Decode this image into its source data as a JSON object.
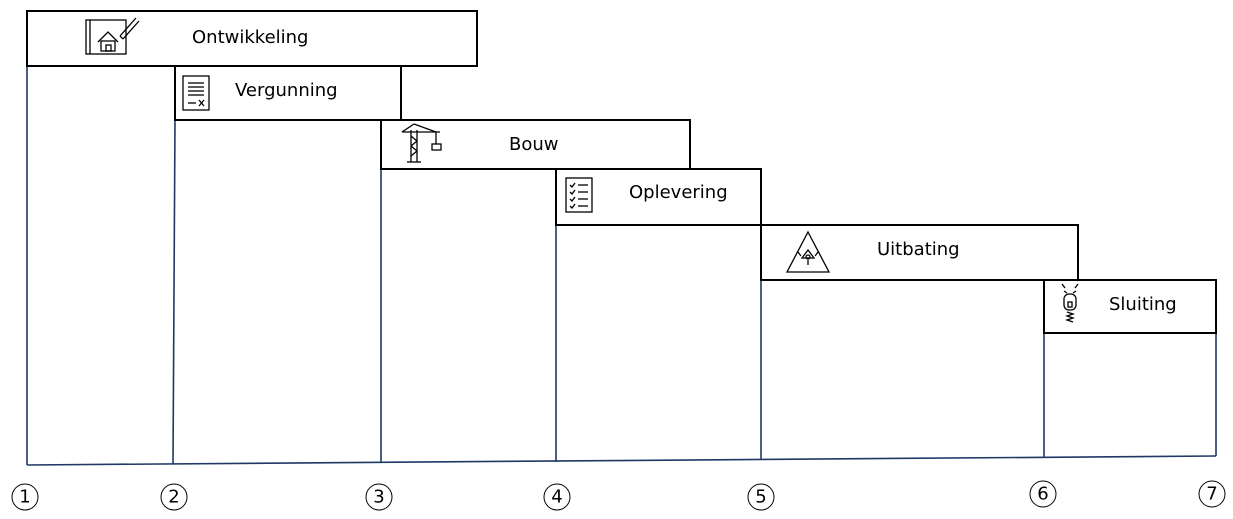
{
  "stages": [
    {
      "label": "Ontwikkeling",
      "icon": "house-blueprint-icon"
    },
    {
      "label": "Vergunning",
      "icon": "permit-document-icon"
    },
    {
      "label": "Bouw",
      "icon": "construction-crane-icon"
    },
    {
      "label": "Oplevering",
      "icon": "checklist-icon"
    },
    {
      "label": "Uitbating",
      "icon": "radiation-warning-icon"
    },
    {
      "label": "Sluiting",
      "icon": "zipper-icon"
    }
  ],
  "markers": [
    "1",
    "2",
    "3",
    "4",
    "5",
    "6",
    "7"
  ]
}
